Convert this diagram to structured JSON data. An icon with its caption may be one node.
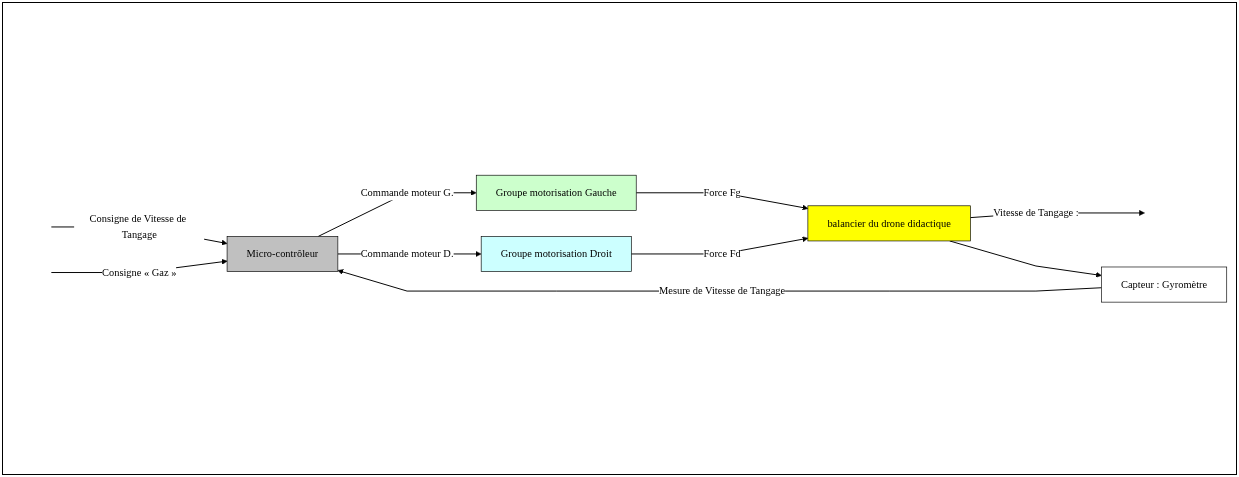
{
  "diagram": {
    "nodes": [
      {
        "text": [
          "Micro-contrôleur"
        ]
      },
      {
        "text": [
          "Groupe motorisation Gauche"
        ]
      },
      {
        "text": [
          "Groupe motorisation Droit"
        ]
      },
      {
        "text": [
          "balancier du drone didactique"
        ]
      },
      {
        "text": [
          "Capteur : Gyromètre"
        ]
      }
    ],
    "edges": [
      {
        "from": null,
        "to": 0,
        "arrow": "to",
        "label": "Consigne de Vitesse de Tangage"
      },
      {
        "from": null,
        "to": 0,
        "arrow": "to",
        "label": "Consigne « Gaz »"
      },
      {
        "from": 0,
        "to": 1,
        "arrow": "to",
        "label": "Commande moteur G."
      },
      {
        "from": 0,
        "to": 2,
        "arrow": "to",
        "label": "Commande moteur D."
      },
      {
        "from": 1,
        "to": 3,
        "arrow": "to",
        "label": "Force Fg"
      },
      {
        "from": 2,
        "to": 3,
        "arrow": "to",
        "label": "Force Fd"
      },
      {
        "from": 3,
        "to": null,
        "arrow": "to",
        "label": "Vitesse de Tangage :"
      },
      {
        "from": 3,
        "to": 4,
        "arrow": "to"
      },
      {
        "from": 4,
        "to": 0,
        "arrow": "to",
        "label": "Mesure de Vitesse de Tangage"
      }
    ]
  }
}
